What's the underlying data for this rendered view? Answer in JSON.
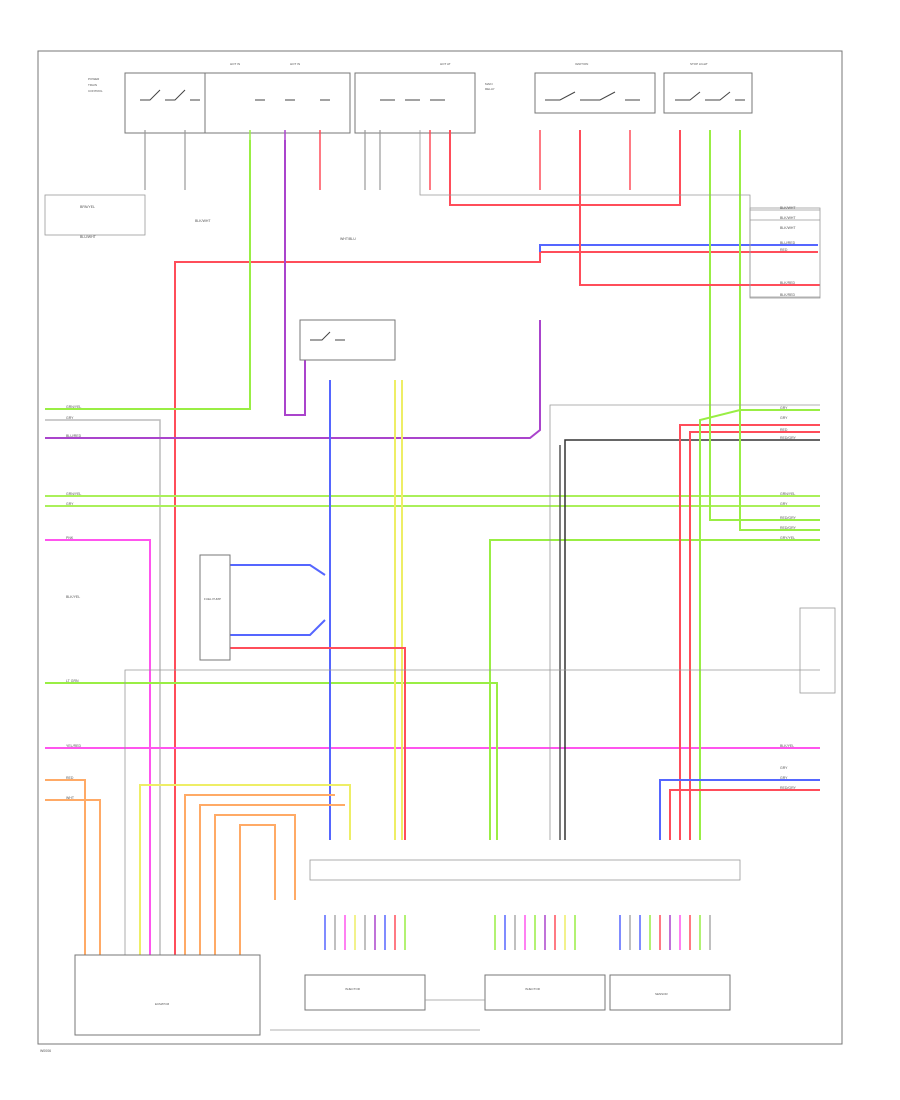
{
  "colors": {
    "red": "#ff4d5a",
    "green": "#99ee44",
    "lightgreen": "#aaf05a",
    "violet": "#aa44cc",
    "blue": "#5566ff",
    "pink": "#ff55ee",
    "yellow": "#eeee66",
    "orange": "#ffaa66",
    "black": "#333333",
    "gray": "#aaaaaa",
    "frame": "#777777"
  },
  "top_wire_labels": [
    "BRN/YEL",
    "BLU/WHT",
    "BLK/WHT",
    "WHT/BLU"
  ],
  "left_wire_labels": [
    "GRN/YEL",
    "GRY",
    "BLU/RED",
    "GRN/YEL",
    "GRY",
    "PNK",
    "BLK/YEL",
    "LT GRN",
    "YEL/RED",
    "RED",
    "WHT"
  ],
  "right_wire_labels": [
    "BLK/WHT",
    "BLK/WHT",
    "BLK/WHT",
    "BLU/RED",
    "RED",
    "BLK/RED",
    "BLK/RED",
    "GRY",
    "GRY",
    "RED",
    "RED/GRY",
    "GRN/YEL",
    "GRY",
    "RED/GRY",
    "RED/GRY",
    "GRY/YEL",
    "BLK/YEL",
    "GRY",
    "GRY",
    "RED/GRY"
  ],
  "blocks": {
    "bottom_left": "ECM/PCM",
    "bottom_mid_a": "INJECTOR",
    "bottom_mid_b": "INJECTOR",
    "bottom_right": "SENSOR",
    "left_mid": "FUEL PUMP"
  },
  "footer_code": "W0006"
}
